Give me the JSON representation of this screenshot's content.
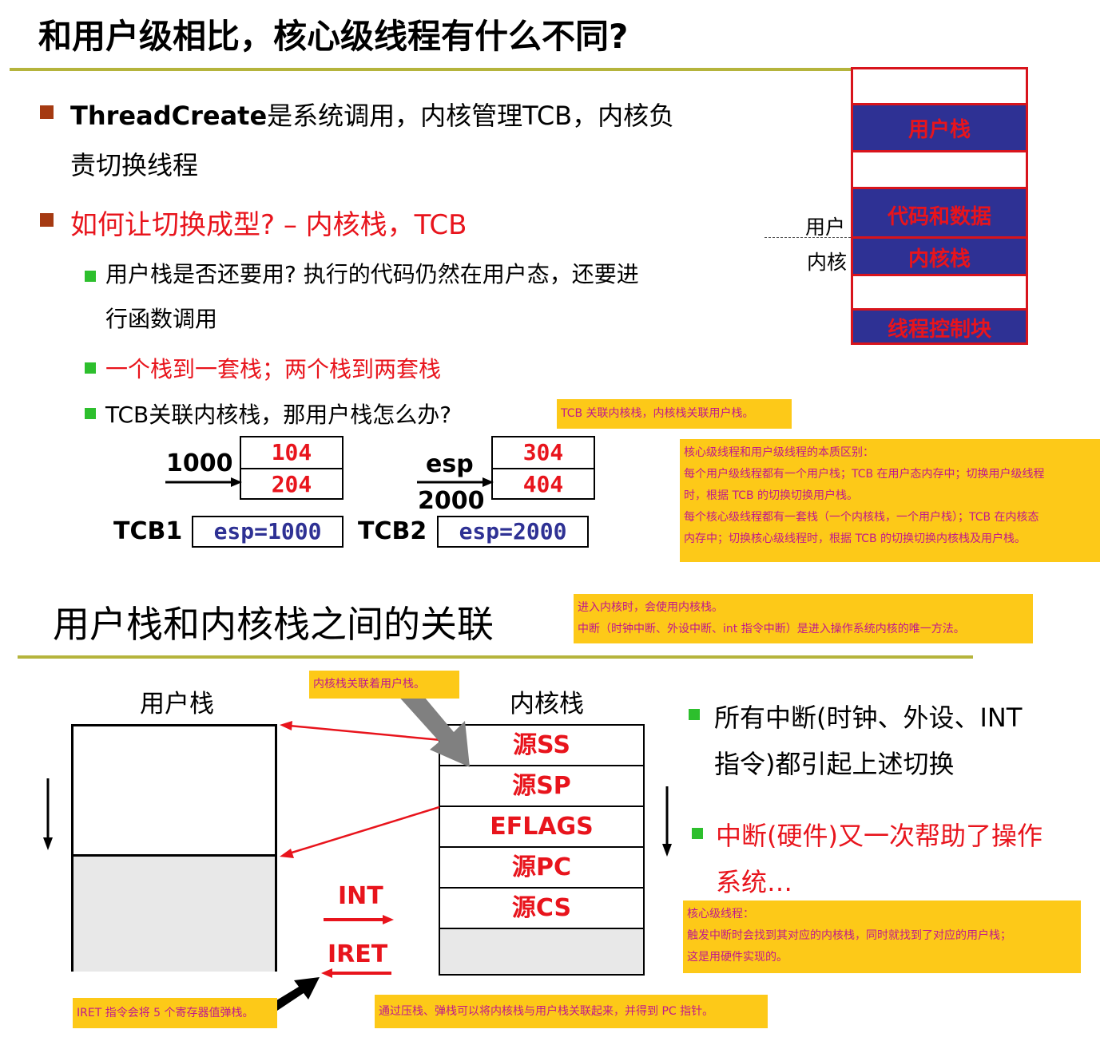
{
  "slide1": {
    "title": "和用户级相比，核心级线程有什么不同?",
    "bullet1": {
      "prefix": "ThreadCreate",
      "line1": "是系统调用，内核管理TCB，内核负",
      "line2": "责切换线程"
    },
    "bullet2": "如何让切换成型? – 内核栈，TCB",
    "sub1": {
      "line1": "用户栈是否还要用? 执行的代码仍然在用户态，还要进",
      "line2": "行函数调用"
    },
    "sub2": "一个栈到一套栈；两个栈到两套栈",
    "sub3": "TCB关联内核栈，那用户栈怎么办?",
    "tcb_diagram": {
      "left_addr": "1000",
      "left_cells": [
        "104",
        "204"
      ],
      "left_tcb": "TCB1",
      "left_esp": "esp=1000",
      "right_label": "esp",
      "right_addr": "2000",
      "right_cells": [
        "304",
        "404"
      ],
      "right_tcb": "TCB2",
      "right_esp": "esp=2000"
    },
    "memory": {
      "user_stack": "用户栈",
      "code_data": "代码和数据",
      "kernel_stack": "内核栈",
      "tcb": "线程控制块",
      "label_user": "用户",
      "label_kernel": "内核"
    },
    "note_tcb": "TCB 关联内核栈，内核栈关联用户栈。",
    "note_essence": [
      "核心级线程和用户级线程的本质区别：",
      "每个用户级线程都有一个用户栈；TCB 在用户态内存中；切换用户级线程",
      "时，根据 TCB 的切换切换用户栈。",
      "每个核心级线程都有一套栈（一个内核栈，一个用户栈）；TCB 在内核态",
      "内存中；切换核心级线程时，根据 TCB 的切换切换内核栈及用户栈。"
    ]
  },
  "slide2": {
    "title": "用户栈和内核栈之间的关联",
    "note_enter": [
      "进入内核时，会使用内核栈。",
      "中断（时钟中断、外设中断、int 指令中断）是进入操作系统内核的唯一方法。"
    ],
    "user_stack_label": "用户栈",
    "kernel_stack_label": "内核栈",
    "note_link": "内核栈关联着用户栈。",
    "kernel_cells": [
      "源SS",
      "源SP",
      "EFLAGS",
      "源PC",
      "源CS"
    ],
    "int_label": "INT",
    "iret_label": "IRET",
    "bullet1": {
      "line1": "所有中断(时钟、外设、INT",
      "line2": "指令)都引起上述切换"
    },
    "bullet2": {
      "line1": "中断(硬件)又一次帮助了操作",
      "line2": "系统…"
    },
    "note_kernel": [
      "核心级线程：",
      "触发中断时会找到其对应的内核栈，同时就找到了对应的用户栈；",
      "这是用硬件实现的。"
    ],
    "note_iret": "IRET 指令会将 5 个寄存器值弹栈。",
    "note_push": "通过压栈、弹栈可以将内核栈与用户栈关联起来，并得到 PC 指针。"
  },
  "colors": {
    "accent_rule": "#b5b43c",
    "red": "#e8141c",
    "note_bg": "#fdc918",
    "note_text": "#c0198c",
    "mem_blue": "#2e3194",
    "esp_blue": "#2e3194"
  }
}
